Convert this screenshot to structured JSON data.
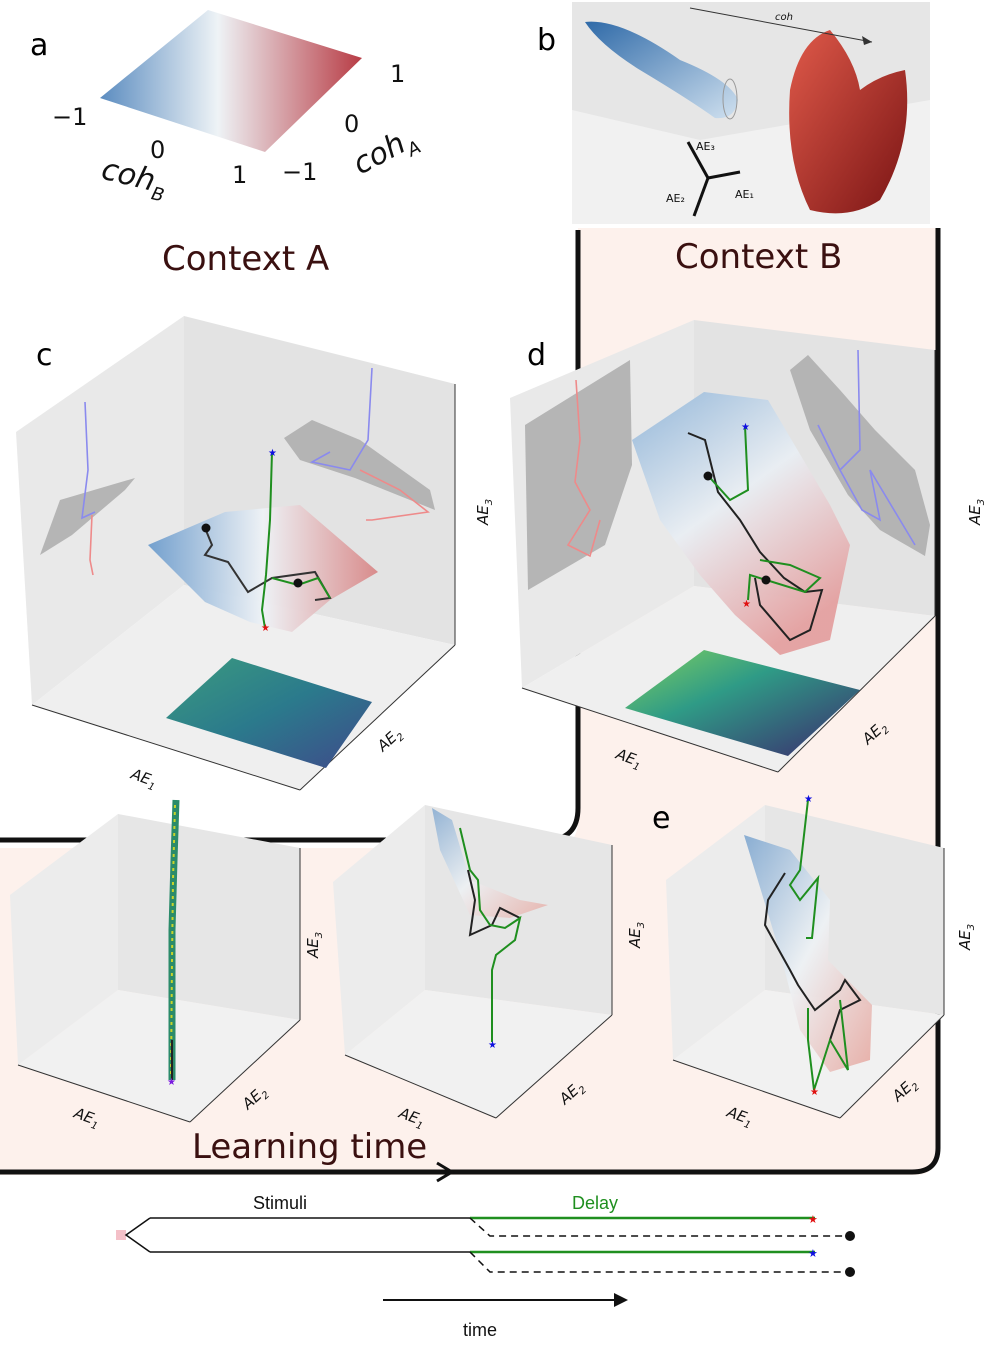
{
  "panels": {
    "a": "a",
    "b": "b",
    "c": "c",
    "d": "d",
    "e": "e"
  },
  "context": {
    "a": "Context A",
    "b": "Context B"
  },
  "colormap_panel": {
    "cohA_label": "coh",
    "cohA_sub": "A",
    "cohB_label": "coh",
    "cohB_sub": "B",
    "ticks_A": [
      "1",
      "0",
      "−1"
    ],
    "ticks_B": [
      "−1",
      "0",
      "1"
    ]
  },
  "panel_b": {
    "arrow_label": "coh",
    "axes": {
      "ae1": "AE₁",
      "ae2": "AE₂",
      "ae3": "AE₃"
    }
  },
  "axes_labels": {
    "ae": "AE",
    "s1": "1",
    "s2": "2",
    "s3": "3"
  },
  "learning_time": "Learning time",
  "timeline": {
    "stimuli": "Stimuli",
    "delay": "Delay",
    "time": "time"
  },
  "colors": {
    "context_b_bg": "#fdf1ec",
    "delay_green": "#1f8f1f",
    "star_red": "#e01010",
    "star_blue": "#1010e0",
    "traj_black": "#222222"
  }
}
